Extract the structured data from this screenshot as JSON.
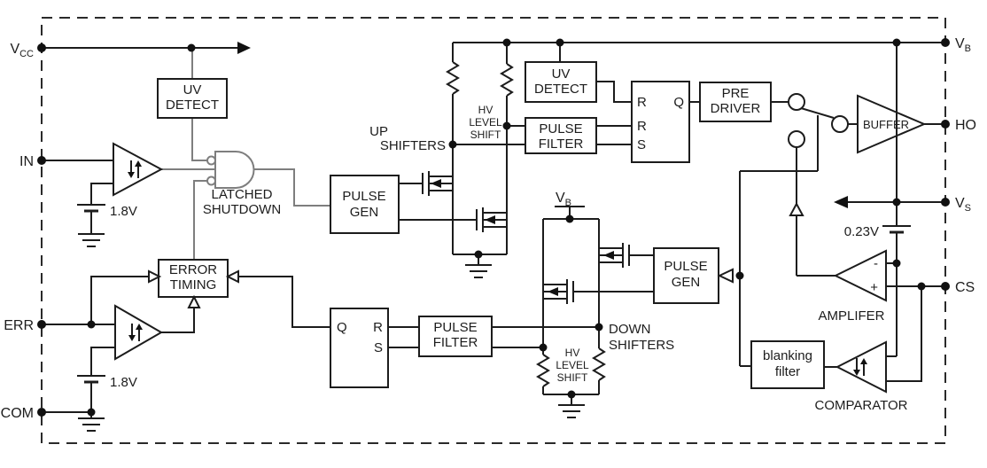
{
  "colors": {
    "wire": "#1c1c1c",
    "gray_wire": "#7e7e7e",
    "background": "#ffffff"
  },
  "pins": {
    "vcc": {
      "main": "V",
      "sub": "CC"
    },
    "in": {
      "label": "IN"
    },
    "err": {
      "label": "ERR"
    },
    "com": {
      "label": "COM"
    },
    "vb": {
      "main": "V",
      "sub": "B"
    },
    "ho": {
      "label": "HO"
    },
    "vs": {
      "main": "V",
      "sub": "S"
    },
    "cs": {
      "label": "CS"
    }
  },
  "blocks": {
    "uv_detect_left": {
      "line1": "UV",
      "line2": "DETECT"
    },
    "uv_detect_high": {
      "line1": "UV",
      "line2": "DETECT"
    },
    "pulse_gen_high": {
      "line1": "PULSE",
      "line2": "GEN"
    },
    "pulse_filter_high": {
      "line1": "PULSE",
      "line2": "FILTER"
    },
    "pre_driver": {
      "line1": "PRE",
      "line2": "DRIVER"
    },
    "error_timing": {
      "line1": "ERROR",
      "line2": "TIMING"
    },
    "pulse_filter_low": {
      "line1": "PULSE",
      "line2": "FILTER"
    },
    "pulse_gen_low": {
      "line1": "PULSE",
      "line2": "GEN"
    },
    "blanking_filter": {
      "line1": "blanking",
      "line2": "filter"
    }
  },
  "gates": {
    "latched_shutdown": {
      "line1": "LATCHED",
      "line2": "SHUTDOWN"
    },
    "buffer": {
      "label": "BUFFER"
    },
    "amplifier": {
      "label": "AMPLIFER"
    },
    "comparator": {
      "label": "COMPARATOR"
    }
  },
  "latch_high": {
    "r1": "R",
    "r2": "R",
    "s": "S",
    "q": "Q"
  },
  "latch_low": {
    "q": "Q",
    "r": "R",
    "s": "S"
  },
  "annotations": {
    "up_shifters": {
      "line1": "UP",
      "line2": "SHIFTERS"
    },
    "hv_level_shift_high": {
      "line1": "HV",
      "line2": "LEVEL",
      "line3": "SHIFT"
    },
    "down_shifters": {
      "line1": "DOWN",
      "line2": "SHIFTERS"
    },
    "hv_level_shift_low": {
      "line1": "HV",
      "line2": "LEVEL",
      "line3": "SHIFT"
    },
    "vb_mid": {
      "main": "V",
      "sub": "B"
    }
  },
  "values": {
    "in_threshold": "1.8V",
    "err_threshold": "1.8V",
    "cs_offset": "0.23V"
  },
  "amp_inputs": {
    "minus": "-",
    "plus": "+"
  }
}
